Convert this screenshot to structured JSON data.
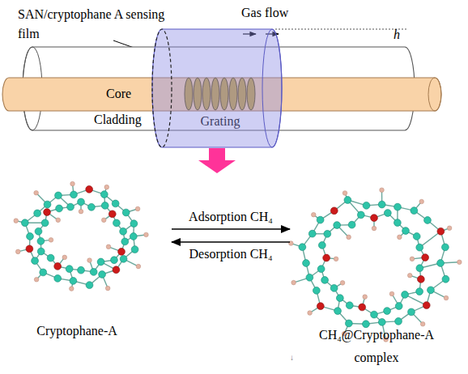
{
  "diagram": {
    "nodes": [
      {
        "text": [
          "Cladding"
        ]
      },
      {
        "text": [
          "Core"
        ],
        "in": 0
      },
      {
        "text": [
          "Grating"
        ],
        "in": 0
      },
      {
        "text": [
          "Cryptophane-A"
        ]
      },
      {
        "text": [
          "CH₄@Cryptophane-A complex"
        ]
      }
    ],
    "edges": [
      {
        "from": 3,
        "to": 4,
        "label": "Adsorption CH₄",
        "arrow": "to"
      },
      {
        "from": 4,
        "to": 3,
        "label": "Desorption CH₄",
        "arrow": "to"
      }
    ],
    "labels": [
      "SAN/cryptophane A sensing film",
      "Gas flow",
      "h",
      "↓"
    ]
  }
}
